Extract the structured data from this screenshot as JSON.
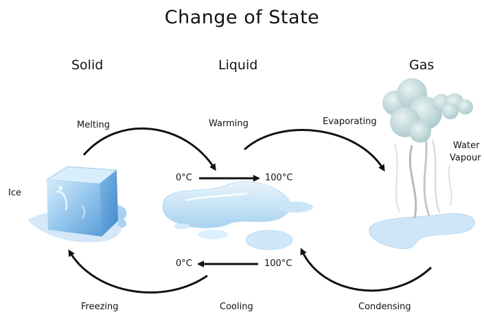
{
  "title": "Change of State",
  "states": {
    "solid": "Solid",
    "liquid": "Liquid",
    "gas": "Gas"
  },
  "labels": {
    "ice": "Ice",
    "water_vapour_line1": "Water",
    "water_vapour_line2": "Vapour"
  },
  "processes": {
    "melting": "Melting",
    "warming": "Warming",
    "evaporating": "Evaporating",
    "freezing": "Freezing",
    "cooling": "Cooling",
    "condensing": "Condensing"
  },
  "temperatures": {
    "warm_start": "0°C",
    "warm_end": "100°C",
    "cool_start": "100°C",
    "cool_end": "0°C"
  },
  "colors": {
    "ice_light": "#cfe6f8",
    "ice_mid": "#8ec2ea",
    "ice_dark": "#4f97d4",
    "water_light": "#d8ecfa",
    "water_mid": "#9bcdee",
    "vapour": "#bfd6d8",
    "arrow": "#111111"
  }
}
